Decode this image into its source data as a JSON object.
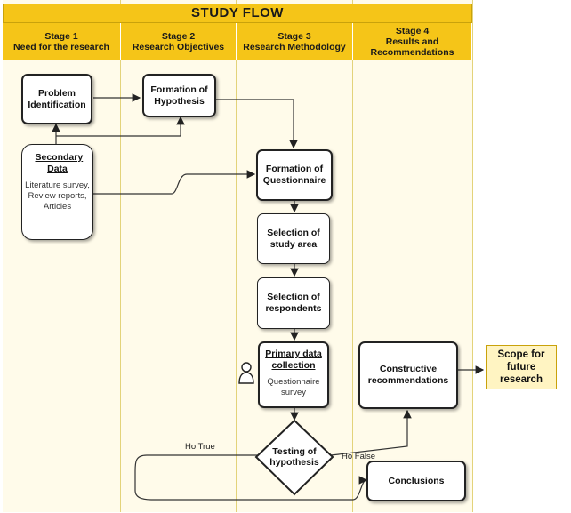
{
  "title": "STUDY FLOW",
  "stages": [
    {
      "stage": "Stage 1",
      "name": "Need for the research"
    },
    {
      "stage": "Stage 2",
      "name": "Research Objectives"
    },
    {
      "stage": "Stage 3",
      "name": "Research Methodology"
    },
    {
      "stage": "Stage 4",
      "name": "Results and Recommendations"
    }
  ],
  "nodes": {
    "problem": "Problem Identification",
    "hypothesis": "Formation of Hypothesis",
    "secondary_title": "Secondary Data",
    "secondary_sub": "Literature survey, Review reports, Articles",
    "questionnaire": "Formation of Questionnaire",
    "study_area": "Selection of study area",
    "respondents": "Selection of respondents",
    "primary_title": "Primary data collection",
    "primary_sub": "Questionnaire survey",
    "testing": "Testing of hypothesis",
    "constructive": "Constructive recommendations",
    "conclusions": "Conclusions",
    "scope": "Scope for future research"
  },
  "edge_labels": {
    "ho_true": "Ho True",
    "ho_false": "Ho False"
  },
  "colors": {
    "header": "#f5c518",
    "lane_bg": "#fffbea",
    "scope_bg": "#fff4c2"
  },
  "icons": [
    "person-icon"
  ]
}
